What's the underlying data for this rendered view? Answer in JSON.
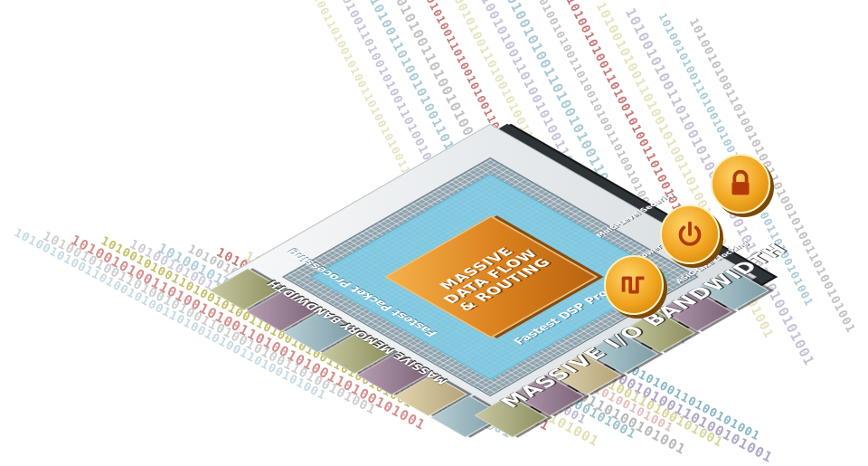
{
  "core": {
    "line1": "MASSIVE",
    "line2": "DATA FLOW",
    "line3": "& ROUTING"
  },
  "ring_labels": {
    "packet": "Fastest Packet Processing",
    "dsp": "Fastest DSP Processing"
  },
  "band_labels": {
    "memory": "MASSIVE MEMORY BANDWIDTH",
    "io": "MASSIVE I/O BANDWIDTH"
  },
  "features": [
    {
      "label": "ASIC-Like Clocking",
      "icon": "clock-waveform-icon"
    },
    {
      "label": "Power Management",
      "icon": "power-icon"
    },
    {
      "label": "Multi-Level Security",
      "icon": "lock-icon"
    }
  ],
  "binary_text": "1010010100110100101001",
  "colors": {
    "core_orange": "#d9801d",
    "ring_blue": "#7ecde6",
    "pad_olive": "#a9aa7c",
    "pad_mauve": "#9a8196",
    "pad_teal": "#98b4bc",
    "binary_yellow": "#b8b040",
    "binary_purple": "#8a7bb0",
    "binary_teal": "#6aa6b8",
    "binary_red": "#c05a5a",
    "binary_gray": "#a8a8a8"
  }
}
